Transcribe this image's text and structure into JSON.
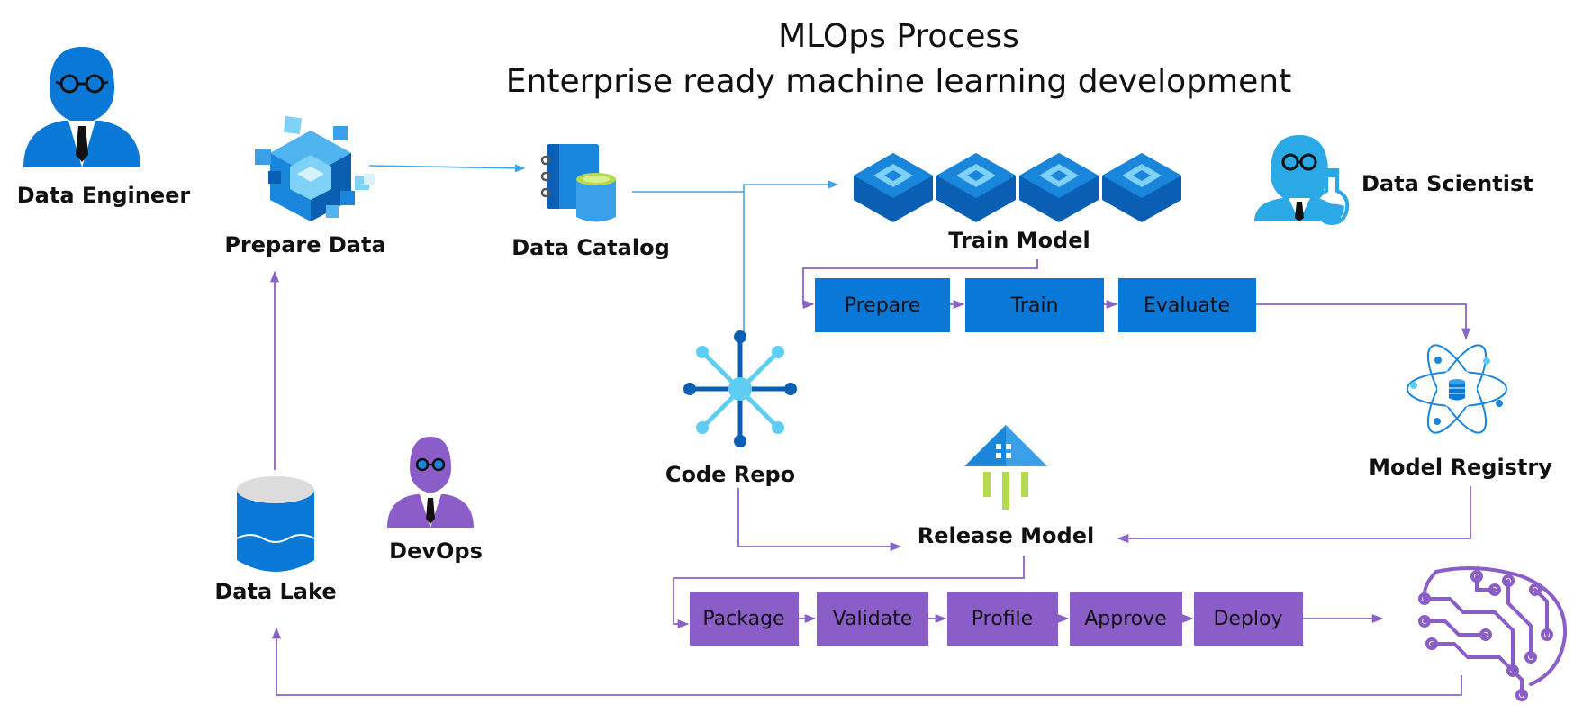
{
  "title": {
    "line1": "MLOps Process",
    "line2": "Enterprise ready machine learning development"
  },
  "roles": {
    "data_engineer": "Data Engineer",
    "data_scientist": "Data Scientist",
    "devops": "DevOps"
  },
  "nodes": {
    "prepare_data": "Prepare Data",
    "data_catalog": "Data Catalog",
    "train_model": "Train Model",
    "code_repo": "Code Repo",
    "model_registry": "Model Registry",
    "release_model": "Release Model",
    "data_lake": "Data Lake"
  },
  "train_steps": [
    "Prepare",
    "Train",
    "Evaluate"
  ],
  "release_steps": [
    "Package",
    "Validate",
    "Profile",
    "Approve",
    "Deploy"
  ],
  "colors": {
    "train_step_fill": "#0a78d7",
    "release_step_fill": "#8a5dc9",
    "data_flow_line": "#3ea6e6",
    "ops_flow_line": "#8a63c9",
    "azure_blue": "#0a78d7",
    "devops_purple": "#8a5dc9"
  },
  "icons": {
    "data_engineer": "person-icon",
    "data_scientist": "scientist-icon",
    "devops": "person-icon",
    "prepare_data": "cubes-icon",
    "data_catalog": "catalog-icon",
    "train_model": "compute-blocks-icon",
    "code_repo": "network-hub-icon",
    "model_registry": "atom-icon",
    "release_model": "rocket-house-icon",
    "data_lake": "database-icon",
    "deployed_model": "circuit-brain-icon"
  }
}
